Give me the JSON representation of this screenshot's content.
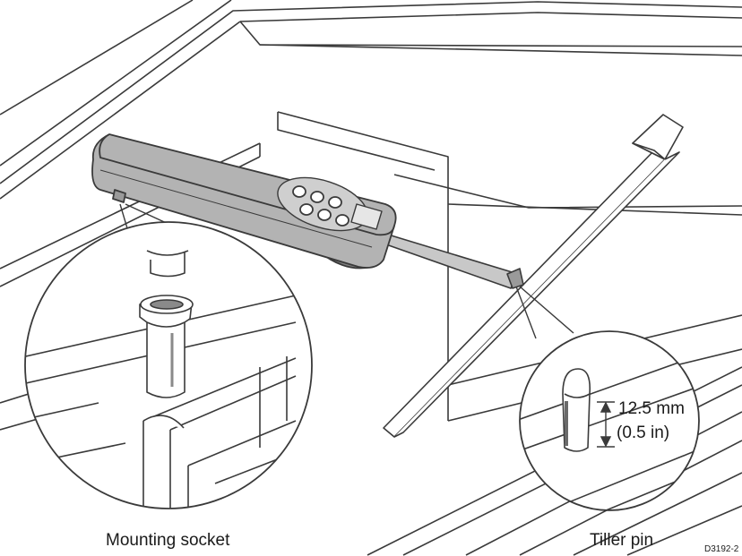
{
  "labels": {
    "mounting_socket": "Mounting socket",
    "tiller_pin": "Tiller pin",
    "dimension_mm": "12.5 mm",
    "dimension_in": "(0.5 in)",
    "figure_code": "D3192-2"
  },
  "colors": {
    "line": "#3a3a3a",
    "pilot_body": "#b3b3b3",
    "pilot_shade": "#7d7d7d",
    "keypad": "#cfcfcf",
    "background": "#ffffff"
  }
}
